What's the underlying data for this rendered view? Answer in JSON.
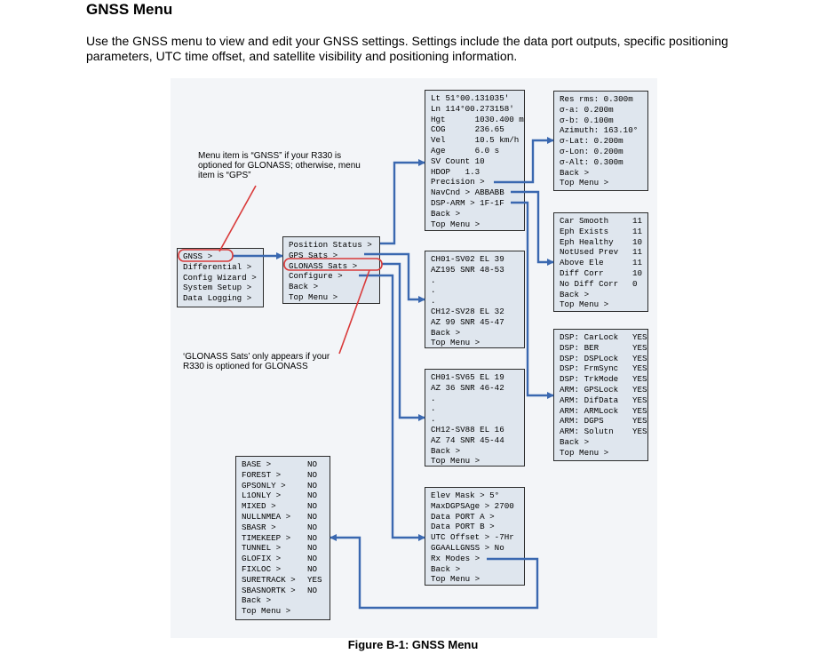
{
  "heading": "GNSS Menu",
  "intro": "Use the GNSS menu to view and edit your GNSS settings. Settings include the data port outputs, specific positioning parameters, UTC time offset, and satellite visibility and positioning information.",
  "notes": {
    "gnss": "Menu item is “GNSS” if your R330 is optioned for GLONASS; otherwise, menu item is “GPS”",
    "glonass": "‘GLONASS Sats’ only appears if your R330 is optioned for GLONASS"
  },
  "caption": "Figure B-1: GNSS Menu",
  "main_menu": [
    "GNSS >",
    "Differential >",
    "Config Wizard >",
    "System Setup >",
    "Data Logging >"
  ],
  "gnss_menu": [
    "Position Status >",
    "GPS Sats >",
    "GLONASS Sats >",
    "Configure >",
    "Back >",
    "Top Menu >"
  ],
  "position_status": [
    "Lt 51°00.131035'",
    "Ln 114°00.273158'",
    "Hgt      1030.400 m",
    "COG      236.65",
    "Vel      10.5 km/h",
    "Age      6.0 s",
    "SV Count 10",
    "HDOP   1.3",
    "Precision >",
    "NavCnd > ABBABB",
    "DSP-ARM > 1F-1F",
    "Back >",
    "Top Menu >"
  ],
  "precision": [
    "Res rms: 0.300m",
    "σ-a: 0.200m",
    "σ-b: 0.100m",
    "Azimuth: 163.10°",
    "σ-Lat: 0.200m",
    "σ-Lon: 0.200m",
    "σ-Alt: 0.300m",
    "Back >",
    "Top Menu >"
  ],
  "navcnd": [
    {
      "k": "Car Smooth",
      "v": "11"
    },
    {
      "k": "Eph Exists",
      "v": "11"
    },
    {
      "k": "Eph Healthy",
      "v": "10"
    },
    {
      "k": "NotUsed Prev",
      "v": "11"
    },
    {
      "k": "Above Ele",
      "v": "11"
    },
    {
      "k": "Diff Corr",
      "v": "10"
    },
    {
      "k": "No Diff Corr",
      "v": "0"
    },
    {
      "k": "Back >",
      "v": ""
    },
    {
      "k": "Top Menu >",
      "v": ""
    }
  ],
  "dsp_arm": [
    {
      "k": "DSP: CarLock",
      "v": "YES"
    },
    {
      "k": "DSP: BER",
      "v": "YES"
    },
    {
      "k": "DSP: DSPLock",
      "v": "YES"
    },
    {
      "k": "DSP: FrmSync",
      "v": "YES"
    },
    {
      "k": "DSP: TrkMode",
      "v": "YES"
    },
    {
      "k": "ARM: GPSLock",
      "v": "YES"
    },
    {
      "k": "ARM: DifData",
      "v": "YES"
    },
    {
      "k": "ARM: ARMLock",
      "v": "YES"
    },
    {
      "k": "ARM: DGPS",
      "v": "YES"
    },
    {
      "k": "ARM: Solutn",
      "v": "YES"
    },
    {
      "k": "Back >",
      "v": ""
    },
    {
      "k": "Top Menu >",
      "v": ""
    }
  ],
  "gps_sats": [
    "CH01-SV02 EL 39",
    "AZ195 SNR 48-53",
    ".",
    ".",
    ".",
    "CH12-SV28 EL 32",
    "AZ 99 SNR 45-47",
    "Back >",
    "Top Menu >"
  ],
  "glonass_sats": [
    "CH01-SV65 EL 19",
    "AZ 36 SNR 46-42",
    ".",
    ".",
    ".",
    "CH12-SV88 EL 16",
    "AZ 74 SNR 45-44",
    "Back >",
    "Top Menu >"
  ],
  "configure": [
    "Elev Mask > 5°",
    "MaxDGPSAge > 2700",
    "Data PORT A >",
    "Data PORT B >",
    "UTC Offset > -7Hr",
    "GGAALLGNSS > No",
    "Rx Modes >",
    "Back >",
    "Top Menu >"
  ],
  "rx_modes": [
    {
      "k": "BASE >",
      "v": "NO"
    },
    {
      "k": "FOREST >",
      "v": "NO"
    },
    {
      "k": "GPSONLY >",
      "v": "NO"
    },
    {
      "k": "L1ONLY >",
      "v": "NO"
    },
    {
      "k": "MIXED >",
      "v": "NO"
    },
    {
      "k": "NULLNMEA >",
      "v": "NO"
    },
    {
      "k": "SBASR >",
      "v": "NO"
    },
    {
      "k": "TIMEKEEP >",
      "v": "NO"
    },
    {
      "k": "TUNNEL >",
      "v": "NO"
    },
    {
      "k": "GLOFIX >",
      "v": "NO"
    },
    {
      "k": "FIXLOC >",
      "v": "NO"
    },
    {
      "k": "SURETRACK >",
      "v": "YES"
    },
    {
      "k": "SBASNORTK >",
      "v": "NO"
    },
    {
      "k": "Back >",
      "v": ""
    },
    {
      "k": "Top Menu >",
      "v": ""
    }
  ],
  "colors": {
    "arrow": "#3a68b0",
    "highlight": "#d93a3a",
    "box_fill": "#dfe6ee",
    "figure_bg": "#f3f5f8"
  }
}
